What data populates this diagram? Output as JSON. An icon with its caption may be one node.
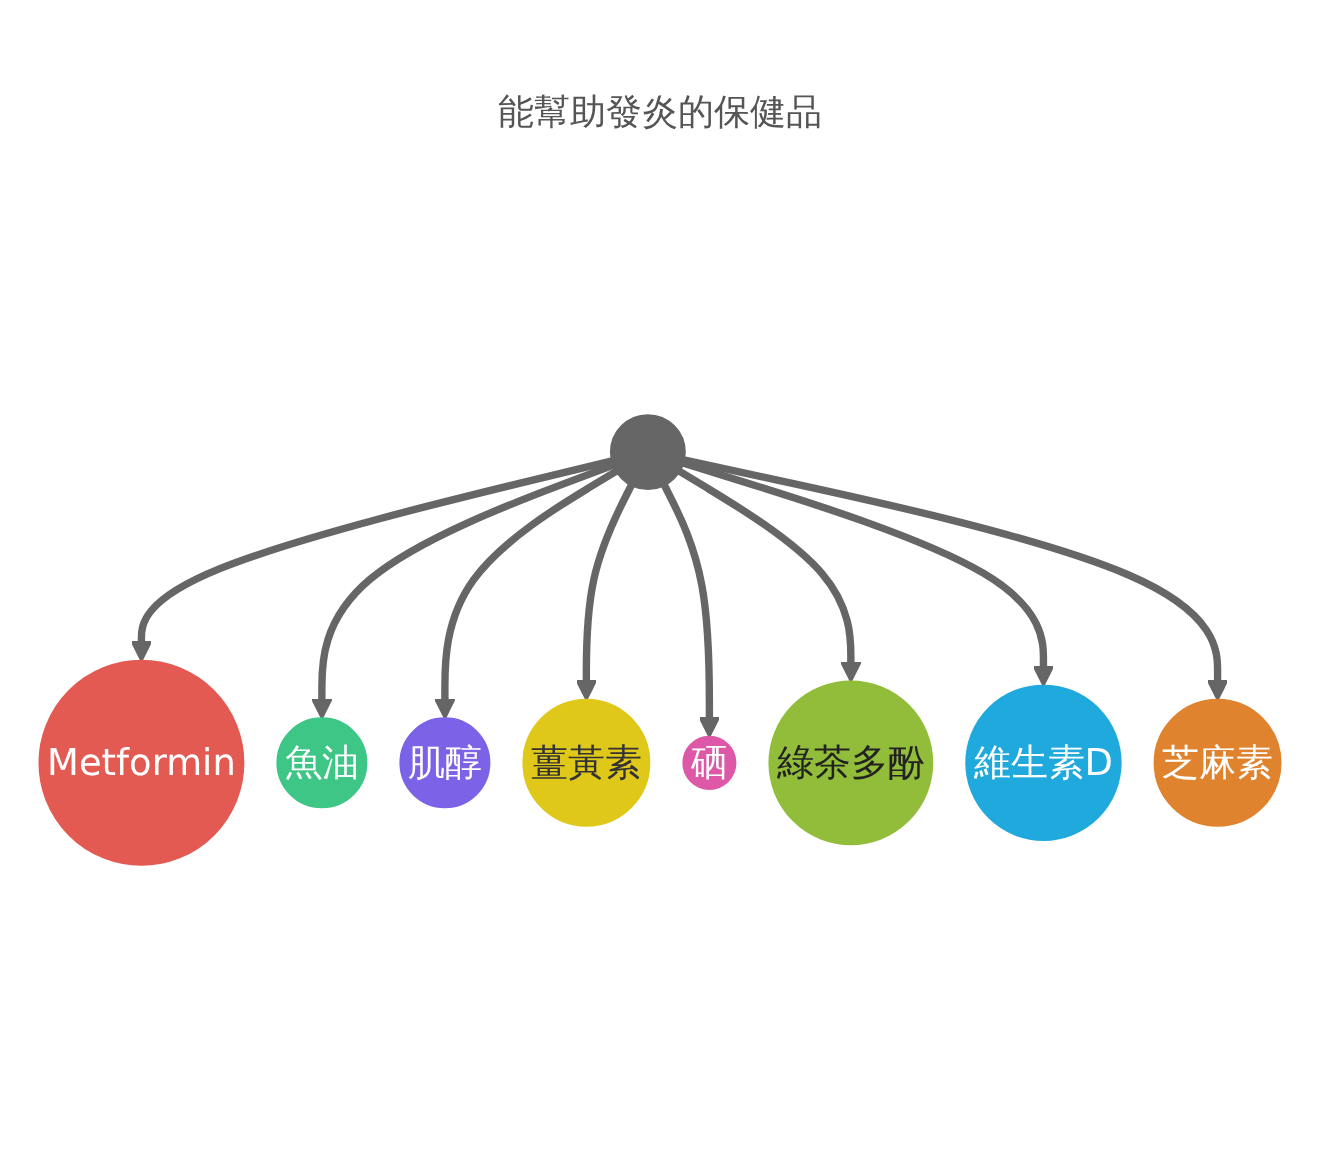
{
  "diagram": {
    "title": "能幫助發炎的保健品",
    "nodes": [
      {
        "text": [
          "Metformin"
        ]
      },
      {
        "text": [
          "魚油"
        ]
      },
      {
        "text": [
          "肌醇"
        ]
      },
      {
        "text": [
          "薑黃素"
        ]
      },
      {
        "text": [],
        "shape": "circle"
      },
      {
        "text": [
          "硒"
        ]
      },
      {
        "text": [
          "綠茶多酚"
        ]
      },
      {
        "text": [
          "維生素D"
        ]
      },
      {
        "text": [
          "芝麻素"
        ]
      }
    ],
    "edges": [
      {
        "from": 4,
        "to": 0,
        "arrow": "to"
      },
      {
        "from": 4,
        "to": 1,
        "arrow": "to"
      },
      {
        "from": 4,
        "to": 2,
        "arrow": "to"
      },
      {
        "from": 4,
        "to": 3,
        "arrow": "to"
      },
      {
        "from": 4,
        "to": 5,
        "arrow": "to"
      },
      {
        "from": 4,
        "to": 6,
        "arrow": "to"
      },
      {
        "from": 4,
        "to": 7,
        "arrow": "to"
      },
      {
        "from": 4,
        "to": 8,
        "arrow": "to"
      }
    ]
  }
}
